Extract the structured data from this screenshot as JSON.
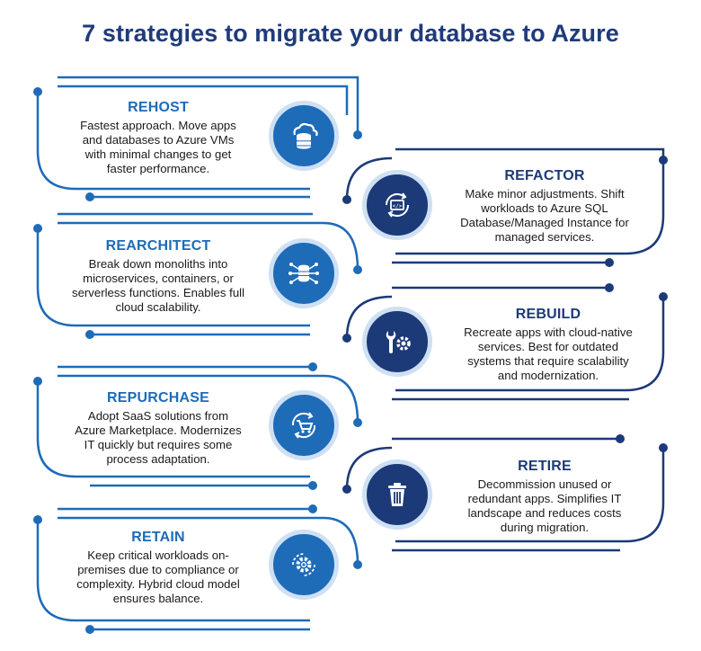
{
  "title": "7 strategies to migrate your database to Azure",
  "colors": {
    "light_blue": "#1e6bb8",
    "dark_blue": "#1c3a78",
    "ring": "#cfe0f3"
  },
  "strategies": [
    {
      "name": "REHOST",
      "icon": "cloud-database-icon",
      "description": "Fastest approach. Move apps\nand databases to Azure VMs\nwith minimal changes to get\nfaster performance."
    },
    {
      "name": "REFACTOR",
      "icon": "code-refresh-icon",
      "description": "Make minor adjustments. Shift\nworkloads to Azure SQL\nDatabase/Managed Instance for\nmanaged services."
    },
    {
      "name": "REARCHITECT",
      "icon": "network-database-icon",
      "description": "Break down monoliths into\nmicroservices, containers, or\nserverless functions. Enables full\ncloud scalability."
    },
    {
      "name": "REBUILD",
      "icon": "wrench-gear-icon",
      "description": "Recreate apps with cloud-native\nservices. Best for outdated\nsystems that require scalability\nand modernization."
    },
    {
      "name": "REPURCHASE",
      "icon": "cart-refresh-icon",
      "description": "Adopt SaaS solutions from\nAzure Marketplace. Modernizes\nIT quickly but requires some\nprocess adaptation."
    },
    {
      "name": "RETIRE",
      "icon": "trash-icon",
      "description": "Decommission unused or\nredundant apps. Simplifies IT\nlandscape and   reduces costs\nduring migration."
    },
    {
      "name": "RETAIN",
      "icon": "gear-cycle-icon",
      "description": "Keep critical workloads on-\npremises due to compliance or\ncomplexity. Hybrid cloud model\nensures balance."
    }
  ]
}
